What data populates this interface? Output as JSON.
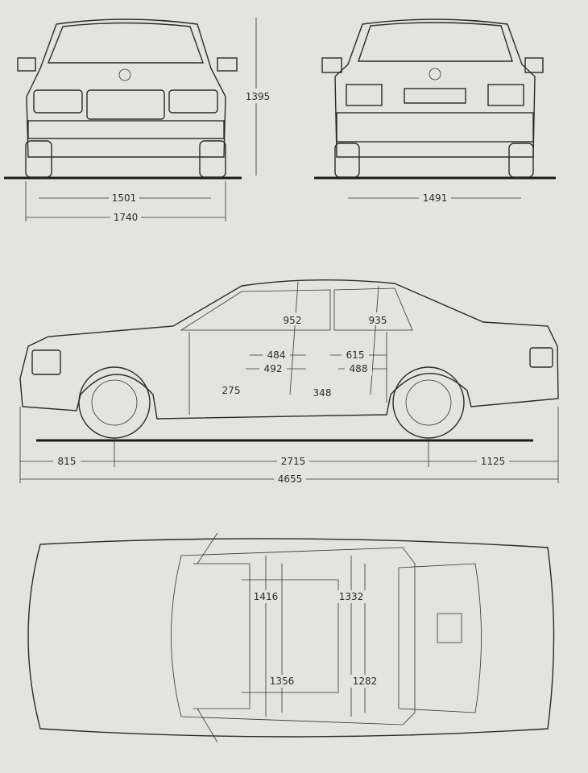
{
  "front_view": {
    "height": "1395",
    "track": "1501",
    "width": "1740"
  },
  "rear_view": {
    "track": "1491"
  },
  "side_view": {
    "front_headroom": "952",
    "rear_headroom": "935",
    "front_legroom_upper": "484",
    "rear_legroom_upper": "615",
    "front_legroom_lower": "492",
    "rear_legroom_lower": "488",
    "front_seat_height": "275",
    "rear_seat_height": "348",
    "front_overhang": "815",
    "wheelbase": "2715",
    "rear_overhang": "1125",
    "length": "4655"
  },
  "top_view": {
    "front_shoulder": "1416",
    "rear_shoulder": "1332",
    "front_hip": "1356",
    "rear_hip": "1282"
  }
}
